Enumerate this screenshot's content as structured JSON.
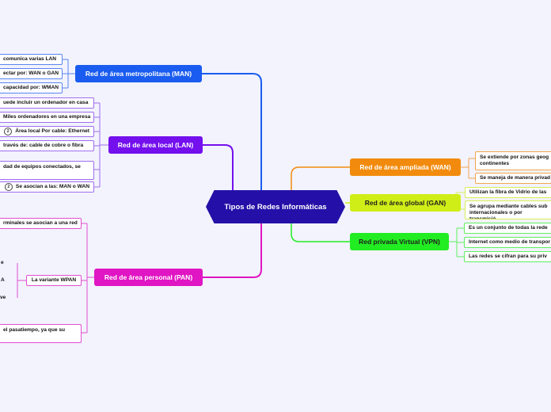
{
  "central": "Tipos de Redes Informáticas",
  "branches": {
    "man": {
      "title": "Red de área metropolitana (MAN)",
      "items": [
        "comunica varias LAN",
        "ectar por: WAN o GAN",
        "capacidad por: WMAN"
      ]
    },
    "lan": {
      "title": "Red de área local (LAN)",
      "items": [
        "uede incluir un ordenador en casa",
        "Miles ordenadores en una empresa",
        "Área local Por cable: Ethernet",
        "través de: cable de cobre o fibra",
        "dad de equipos conectados, se",
        "Se asocian a las: MAN o WAN"
      ],
      "badges": [
        "2",
        "2"
      ]
    },
    "pan": {
      "title": "Red de área personal (PAN)",
      "items": [
        "rminales se asocian a una red",
        "La variante WPAN",
        "el pasatiempo, ya que su"
      ],
      "fragments": [
        "e",
        "A",
        "ve"
      ]
    },
    "wan": {
      "title": "Red de área ampliada (WAN)",
      "items": [
        "Se extiende por zonas geog continentes",
        "Se maneja de manera privad"
      ]
    },
    "gan": {
      "title": "Red de área global (GAN)",
      "items": [
        "Utilizan la fibra de Vidrio de las",
        "Se agrupa mediante cables sub internacionales o por transmisió"
      ]
    },
    "vpn": {
      "title": "Red privada Virtual (VPN)",
      "items": [
        "Es un conjunto de todas la rede",
        "Internet como medio de transpor",
        "Las redes se cifran para su priv"
      ]
    }
  },
  "colors": {
    "central": "#2410a8",
    "man": "#1a5cf0",
    "lan": "#7410ee",
    "pan": "#e015c3",
    "wan": "#f28b0d",
    "gan": "#cfee17",
    "vpn": "#22ec22"
  }
}
